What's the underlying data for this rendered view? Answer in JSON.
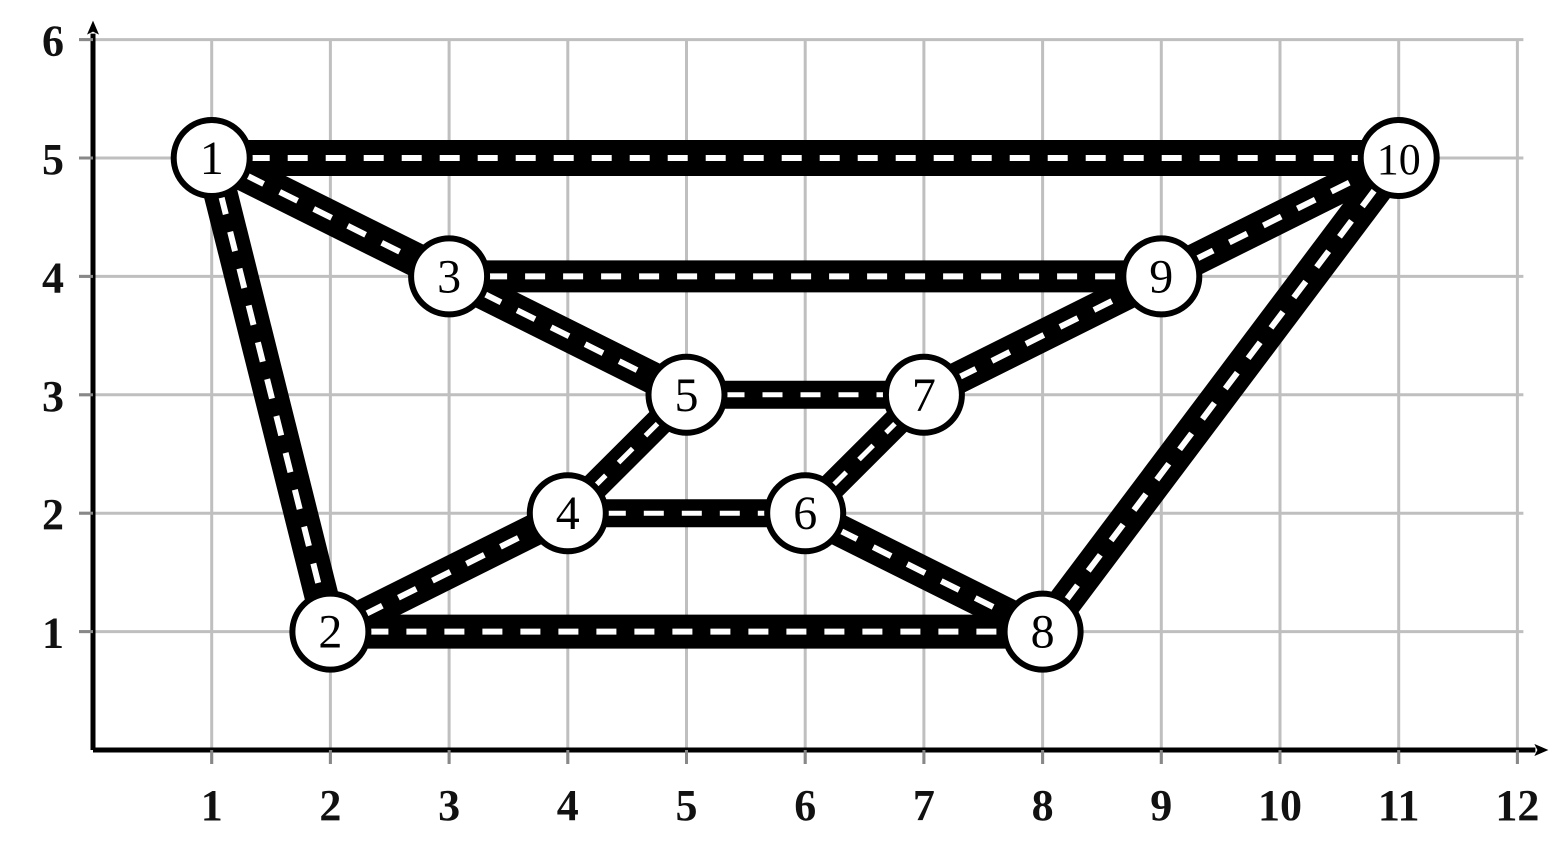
{
  "figure": {
    "type": "graph-on-grid",
    "background_color": "#ffffff",
    "grid_color": "#bfbfbf",
    "axis_color": "#000000",
    "edge_color": "#000000",
    "edge_dash_color": "#ffffff",
    "node_fill": "#ffffff",
    "node_stroke": "#000000"
  },
  "axes": {
    "x": {
      "label": "",
      "ticks": [
        "1",
        "2",
        "3",
        "4",
        "5",
        "6",
        "7",
        "8",
        "9",
        "10",
        "11",
        "12"
      ],
      "min": 0,
      "max": 12,
      "has_arrow": true
    },
    "y": {
      "label": "",
      "ticks": [
        "1",
        "2",
        "3",
        "4",
        "5",
        "6"
      ],
      "min": 0,
      "max": 6,
      "has_arrow": true
    },
    "grid": true
  },
  "chart_data": {
    "type": "scatter",
    "title": "",
    "xlabel": "",
    "ylabel": "",
    "xlim": [
      0,
      12
    ],
    "ylim": [
      0,
      6
    ],
    "grid": true,
    "nodes": [
      {
        "id": "1",
        "label": "1",
        "x": 1,
        "y": 5
      },
      {
        "id": "2",
        "label": "2",
        "x": 2,
        "y": 1
      },
      {
        "id": "3",
        "label": "3",
        "x": 3,
        "y": 4
      },
      {
        "id": "4",
        "label": "4",
        "x": 4,
        "y": 2
      },
      {
        "id": "5",
        "label": "5",
        "x": 5,
        "y": 3
      },
      {
        "id": "6",
        "label": "6",
        "x": 6,
        "y": 2
      },
      {
        "id": "7",
        "label": "7",
        "x": 7,
        "y": 3
      },
      {
        "id": "8",
        "label": "8",
        "x": 8,
        "y": 1
      },
      {
        "id": "9",
        "label": "9",
        "x": 9,
        "y": 4
      },
      {
        "id": "10",
        "label": "10",
        "x": 11,
        "y": 5
      }
    ],
    "edges": [
      {
        "from": "1",
        "to": "10",
        "width": 36
      },
      {
        "from": "1",
        "to": "2",
        "width": 34
      },
      {
        "from": "1",
        "to": "3",
        "width": 34
      },
      {
        "from": "3",
        "to": "9",
        "width": 32
      },
      {
        "from": "3",
        "to": "5",
        "width": 32
      },
      {
        "from": "5",
        "to": "7",
        "width": 28
      },
      {
        "from": "5",
        "to": "4",
        "width": 28
      },
      {
        "from": "4",
        "to": "6",
        "width": 28
      },
      {
        "from": "6",
        "to": "7",
        "width": 28
      },
      {
        "from": "7",
        "to": "9",
        "width": 32
      },
      {
        "from": "9",
        "to": "10",
        "width": 32
      },
      {
        "from": "2",
        "to": "4",
        "width": 32
      },
      {
        "from": "2",
        "to": "8",
        "width": 34
      },
      {
        "from": "6",
        "to": "8",
        "width": 32
      },
      {
        "from": "8",
        "to": "10",
        "width": 34
      }
    ]
  }
}
